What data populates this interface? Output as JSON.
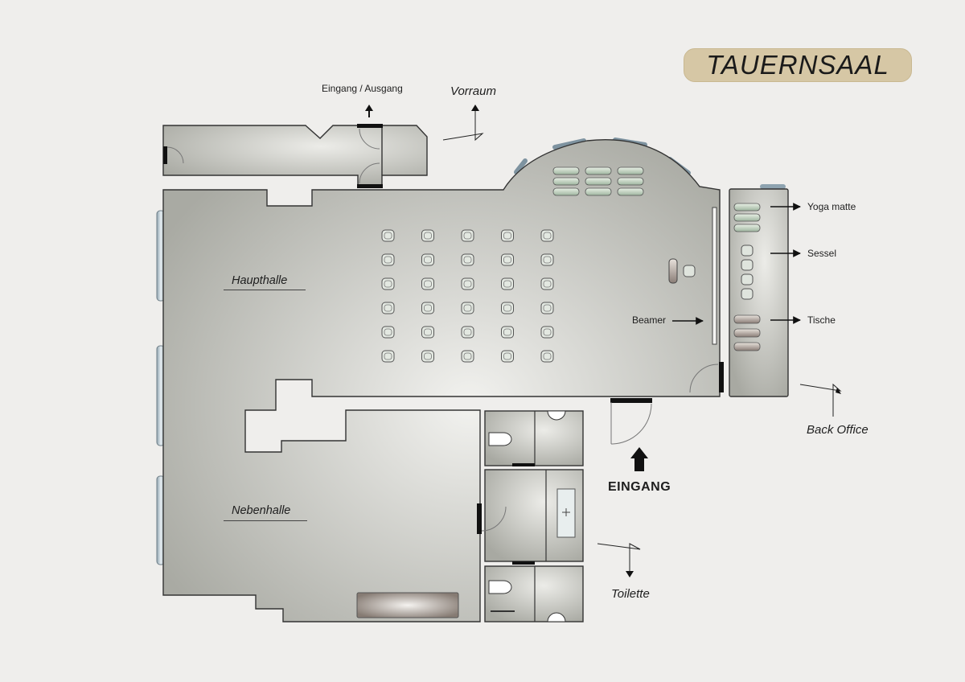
{
  "title": "TAUERNSAAL",
  "labels": {
    "eingang_ausgang": "Eingang / Ausgang",
    "vorraum": "Vorraum",
    "haupthalle": "Haupthalle",
    "nebenhalle": "Nebenhalle",
    "beamer": "Beamer",
    "eingang": "EINGANG",
    "back_office": "Back Office",
    "toilette": "Toilette"
  },
  "legend": [
    {
      "label": "Yoga matte",
      "icon": "yoga-mat-icon"
    },
    {
      "label": "Sessel",
      "icon": "chair-icon"
    },
    {
      "label": "Tische",
      "icon": "table-icon"
    }
  ],
  "seating": {
    "rows": 6,
    "columns": 5
  },
  "yoga_mats": {
    "rows": 3,
    "columns": 3
  },
  "colors": {
    "background": "#efeeec",
    "floor_light": "#f2f2ef",
    "floor_dark": "#aaaba4",
    "wall": "#222222",
    "window": "#b7c5cc",
    "title_pill": "#d6c7a5",
    "yoga_mat": "#a7bca8",
    "table": "#8c7f78"
  }
}
